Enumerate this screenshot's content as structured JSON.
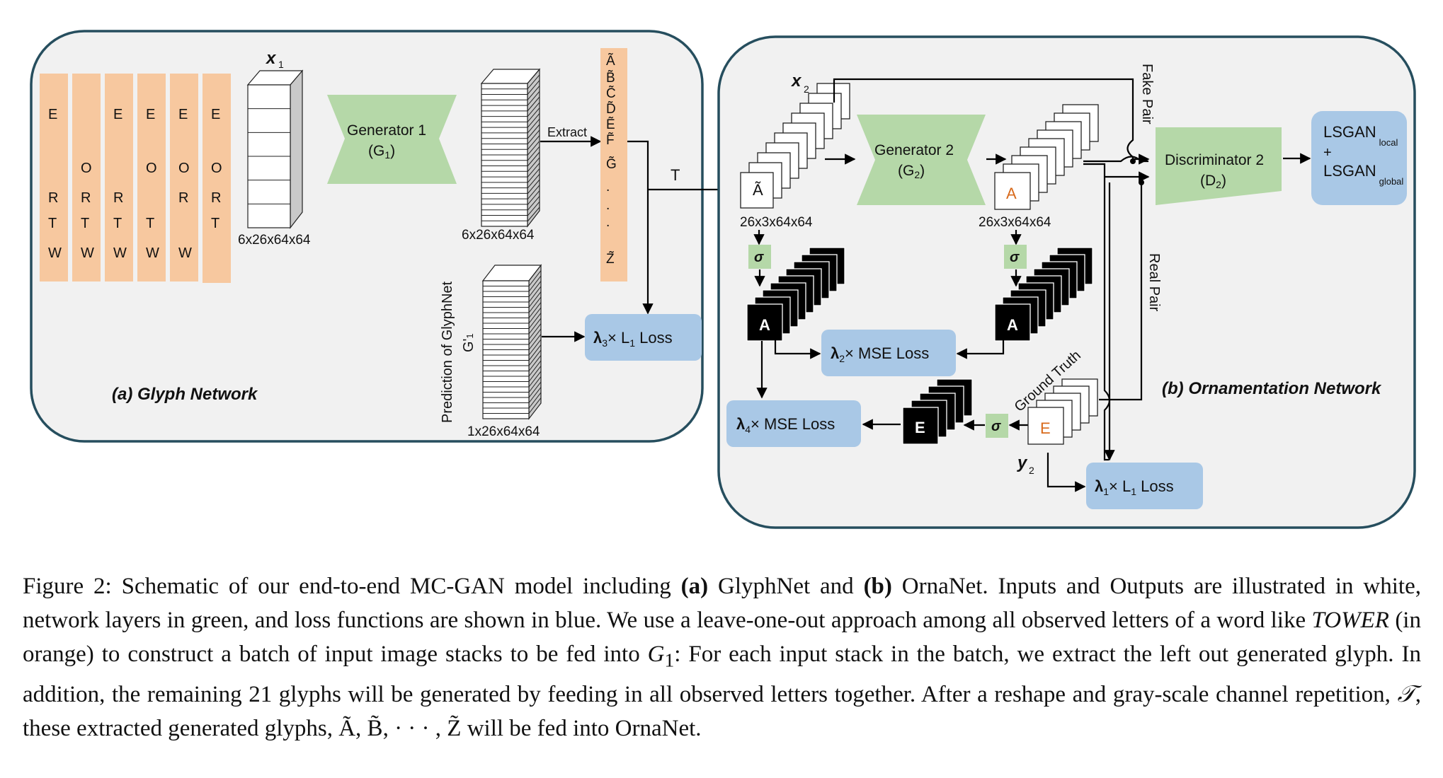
{
  "panels": {
    "glyph_title": "(a) Glyph Network",
    "orna_title": "(b) Ornamentation Network"
  },
  "glyph_net": {
    "input_columns": [
      [
        "E",
        "",
        "R",
        "T",
        "W"
      ],
      [
        "",
        "O",
        "R",
        "T",
        "W"
      ],
      [
        "E",
        "",
        "R",
        "T",
        "W"
      ],
      [
        "E",
        "O",
        "",
        "T",
        "W"
      ],
      [
        "E",
        "O",
        "R",
        "",
        "W"
      ],
      [
        "E",
        "O",
        "R",
        "T",
        ""
      ]
    ],
    "x1_label": "x",
    "x1_sub": "1",
    "x1_dims": "6x26x64x64",
    "generator_label": "Generator 1",
    "generator_sub": "(G",
    "generator_sub_idx": "1",
    "generator_sub_close": ")",
    "output_dims": "6x26x64x64",
    "extract_label": "Extract",
    "extracted_glyphs": [
      "Ã",
      "B̃",
      "C̃",
      "D̃",
      "Ẽ",
      "F̃",
      "G̃",
      ".",
      ".",
      ".",
      "Z̃"
    ],
    "transform_label": "T",
    "prediction_label": "Prediction of GlyphNet",
    "prediction_sym": "G'",
    "prediction_idx": "1",
    "prediction_dims": "1x26x64x64",
    "loss3_lambda": "λ",
    "loss3_lambda_idx": "3",
    "loss3_text": "× L",
    "loss3_idx": "1",
    "loss3_tail": " Loss"
  },
  "orna_net": {
    "x2_label": "x",
    "x2_sub": "2",
    "input_glyph": "Ã",
    "input_dims": "26x3x64x64",
    "generator_label": "Generator 2",
    "generator_sub": "(G",
    "generator_sub_idx": "2",
    "generator_sub_close": ")",
    "output_glyph": "A",
    "output_dims": "26x3x64x64",
    "sigma": "σ",
    "black_glyph_a": "A",
    "black_glyph_e": "E",
    "discriminator_label": "Discriminator 2",
    "discriminator_sub": "(D",
    "discriminator_sub_idx": "2",
    "discriminator_sub_close": ")",
    "fake_pair": "Fake Pair",
    "real_pair": "Real Pair",
    "lsgan_line1": "LSGAN",
    "lsgan_local": "local",
    "lsgan_plus": "+",
    "lsgan_line2": "LSGAN",
    "lsgan_global": "global",
    "ground_truth": "Ground Truth",
    "gt_glyph": "E",
    "y2_label": "y",
    "y2_sub": "2",
    "mse2_lambda": "λ",
    "mse2_idx": "2",
    "mse2_text": "× MSE Loss",
    "mse4_lambda": "λ",
    "mse4_idx": "4",
    "mse4_text": "× MSE Loss",
    "l1_lambda": "λ",
    "l1_idx": "1",
    "l1_text": "× L",
    "l1_sub": "1",
    "l1_tail": " Loss"
  },
  "colors": {
    "orange": "#f7c89f",
    "green": "#b5d8a8",
    "blue": "#a9c8e6",
    "panel_border": "#264e5e",
    "panel_fill": "#f1f1f1",
    "accent_text": "#d86a1c"
  },
  "caption": {
    "fig_label": "Figure 2: Schematic of our end-to-end MC-GAN model including ",
    "a_bold": "(a)",
    "s1": " GlyphNet and ",
    "b_bold": "(b)",
    "s2": " OrnaNet. Inputs and Outputs are illustrated in white, network layers in green, and loss functions are shown in blue. We use a leave-one-out approach among all observed letters of a word like ",
    "tower": "TOWER",
    "s3": " (in orange) to construct a batch of input image stacks to be fed into ",
    "g1": "G",
    "g1_idx": "1",
    "s4": ": For each input stack in the batch, we extract the left out generated glyph. In addition, the remaining 21 glyphs will be generated by feeding in all observed letters together. After a reshape and gray-scale channel repetition, ",
    "tau": "𝒯",
    "s5": ", these extracted generated glyphs, Ã, B̃, · · · , Z̃ will be fed into OrnaNet."
  }
}
